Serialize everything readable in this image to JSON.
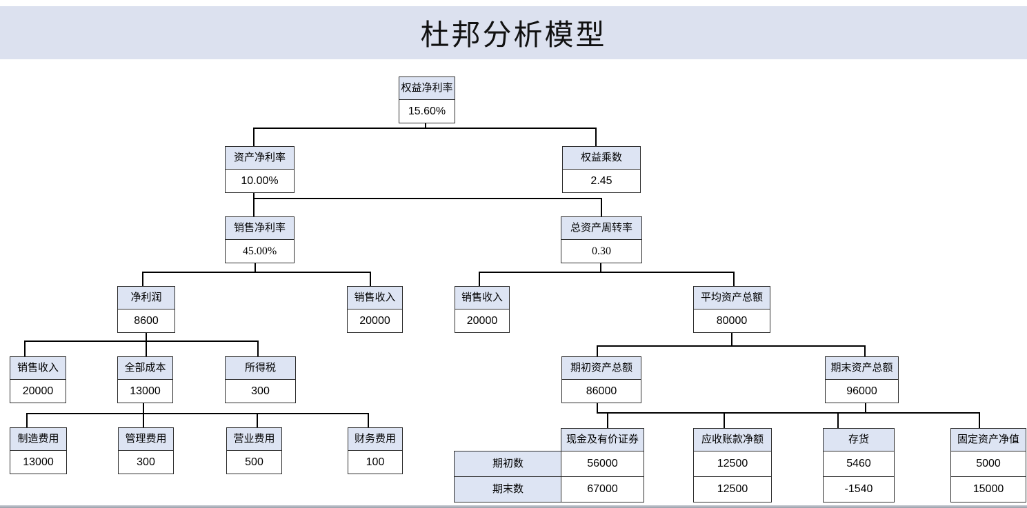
{
  "title": "杜邦分析模型",
  "colors": {
    "title_band": "#dce1ef",
    "header_fill": "#dde4f3",
    "box_border": "#2b2b2b",
    "connector": "#000000",
    "background": "#ffffff"
  },
  "tree": {
    "roe": {
      "label": "权益净利率",
      "value": "15.60%"
    },
    "roa": {
      "label": "资产净利率",
      "value": "10.00%"
    },
    "equity_multiplier": {
      "label": "权益乘数",
      "value": "2.45"
    },
    "net_profit_margin": {
      "label": "销售净利率",
      "value": "45.00%"
    },
    "asset_turnover": {
      "label": "总资产周转率",
      "value": "0.30"
    },
    "net_profit": {
      "label": "净利润",
      "value": "8600"
    },
    "sales_revenue_a": {
      "label": "销售收入",
      "value": "20000"
    },
    "sales_revenue_b": {
      "label": "销售收入",
      "value": "20000"
    },
    "avg_total_assets": {
      "label": "平均资产总额",
      "value": "80000"
    },
    "sales_revenue_c": {
      "label": "销售收入",
      "value": "20000"
    },
    "total_cost": {
      "label": "全部成本",
      "value": "13000"
    },
    "income_tax": {
      "label": "所得税",
      "value": "300"
    },
    "beginning_assets": {
      "label": "期初资产总额",
      "value": "86000"
    },
    "ending_assets": {
      "label": "期末资产总额",
      "value": "96000"
    },
    "manufacturing_exp": {
      "label": "制造费用",
      "value": "13000"
    },
    "admin_exp": {
      "label": "管理费用",
      "value": "300"
    },
    "operating_exp": {
      "label": "营业费用",
      "value": "500"
    },
    "financial_exp": {
      "label": "财务费用",
      "value": "100"
    }
  },
  "asset_table": {
    "row_labels": [
      "期初数",
      "期末数"
    ],
    "columns": [
      {
        "header": "现金及有价证券",
        "values": [
          "56000",
          "67000"
        ]
      },
      {
        "header": "应收账款净额",
        "values": [
          "12500",
          "12500"
        ]
      },
      {
        "header": "存货",
        "values": [
          "5460",
          "-1540"
        ]
      },
      {
        "header": "固定资产净值",
        "values": [
          "5000",
          "15000"
        ]
      }
    ]
  }
}
